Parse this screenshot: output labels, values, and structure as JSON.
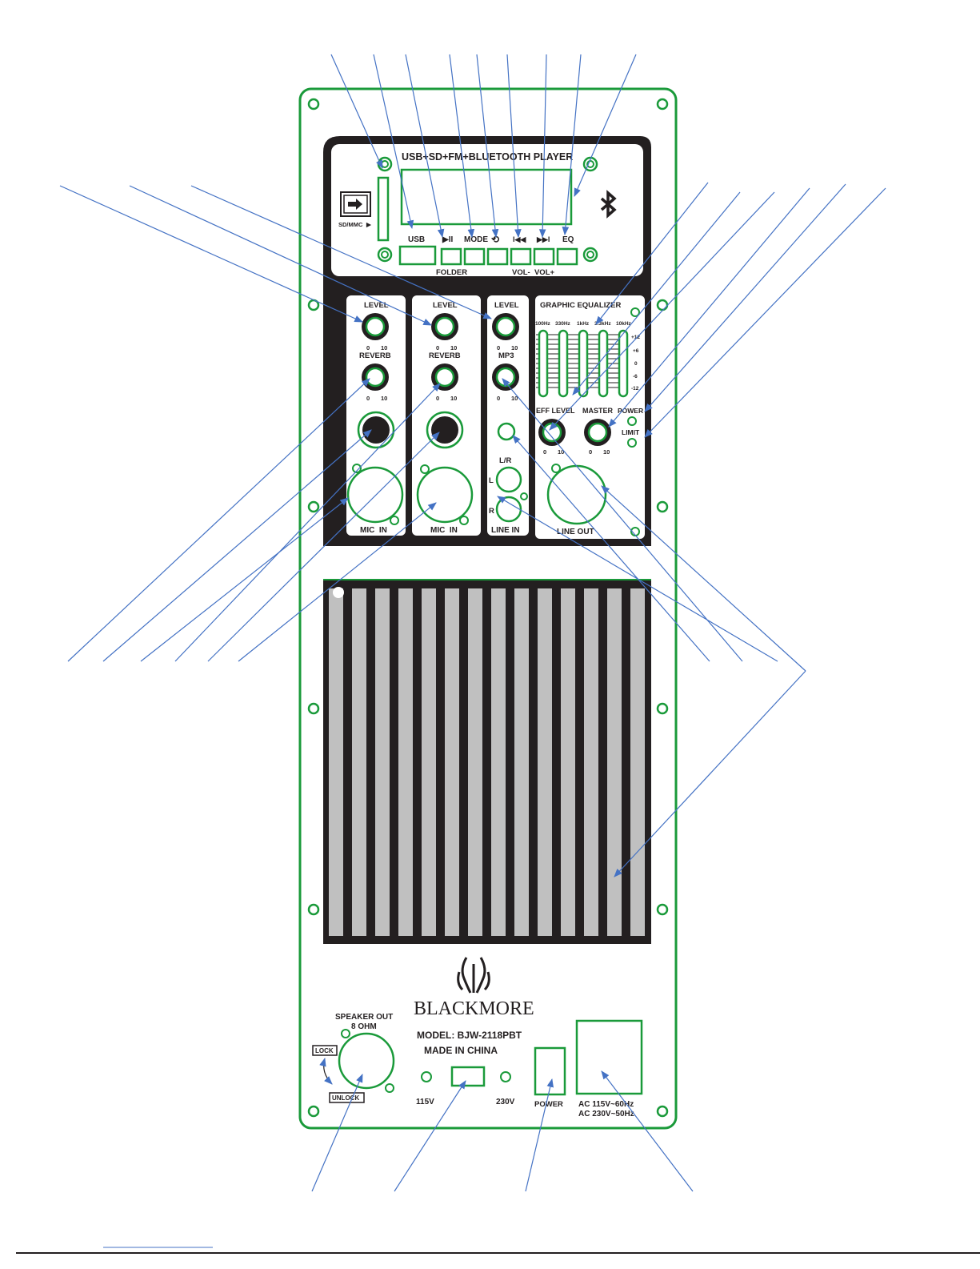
{
  "colors": {
    "outline": "#1a9a3a",
    "panel": "#231f20",
    "leader": "#4472c4",
    "heatsink": "#c0c0c0",
    "text": "#231f20"
  },
  "player": {
    "title": "USB+SD+FM+BLUETOOTH PLAYER",
    "sd_label": "SD/MMC",
    "usb": "USB",
    "play_pause": "▶II",
    "mode": "MODE",
    "repeat": "⟲",
    "prev": "I◀◀",
    "next": "▶▶I",
    "eq": "EQ",
    "folder": "FOLDER",
    "vol": "VOL-  VOL+",
    "bluetooth_icon": "bluetooth-icon"
  },
  "mic_channels": [
    {
      "level": "LEVEL",
      "reverb": "REVERB",
      "scale_min": "0",
      "scale_max": "10",
      "input": "MIC  IN"
    },
    {
      "level": "LEVEL",
      "reverb": "REVERB",
      "scale_min": "0",
      "scale_max": "10",
      "input": "MIC  IN"
    }
  ],
  "line_channel": {
    "level": "LEVEL",
    "mp3": "MP3",
    "scale_min": "0",
    "scale_max": "10",
    "lr": "L/R",
    "l": "L",
    "r": "R",
    "input": "LINE IN"
  },
  "equalizer": {
    "title": "GRAPHIC EQUALIZER",
    "bands": [
      "100Hz",
      "330Hz",
      "1kHz",
      "3.3kHz",
      "10kHz"
    ],
    "db_scale": [
      "+12",
      "+6",
      "0",
      "-6",
      "-12"
    ],
    "eff_level": "EFF LEVEL",
    "master": "MASTER",
    "power": "POWER",
    "limit": "LIMIT",
    "scale_min": "0",
    "scale_max": "10",
    "output": "LINE OUT"
  },
  "brand": {
    "name": "BLACKMORE",
    "model": "MODEL: BJW-2118PBT",
    "origin": "MADE IN CHINA"
  },
  "bottom": {
    "speaker_out": "SPEAKER OUT",
    "ohm": "8 OHM",
    "lock": "LOCK",
    "unlock": "UNLOCK",
    "v115": "115V",
    "v230": "230V",
    "power": "POWER",
    "ac1": "AC 115V~60Hz",
    "ac2": "AC 230V~50Hz"
  }
}
